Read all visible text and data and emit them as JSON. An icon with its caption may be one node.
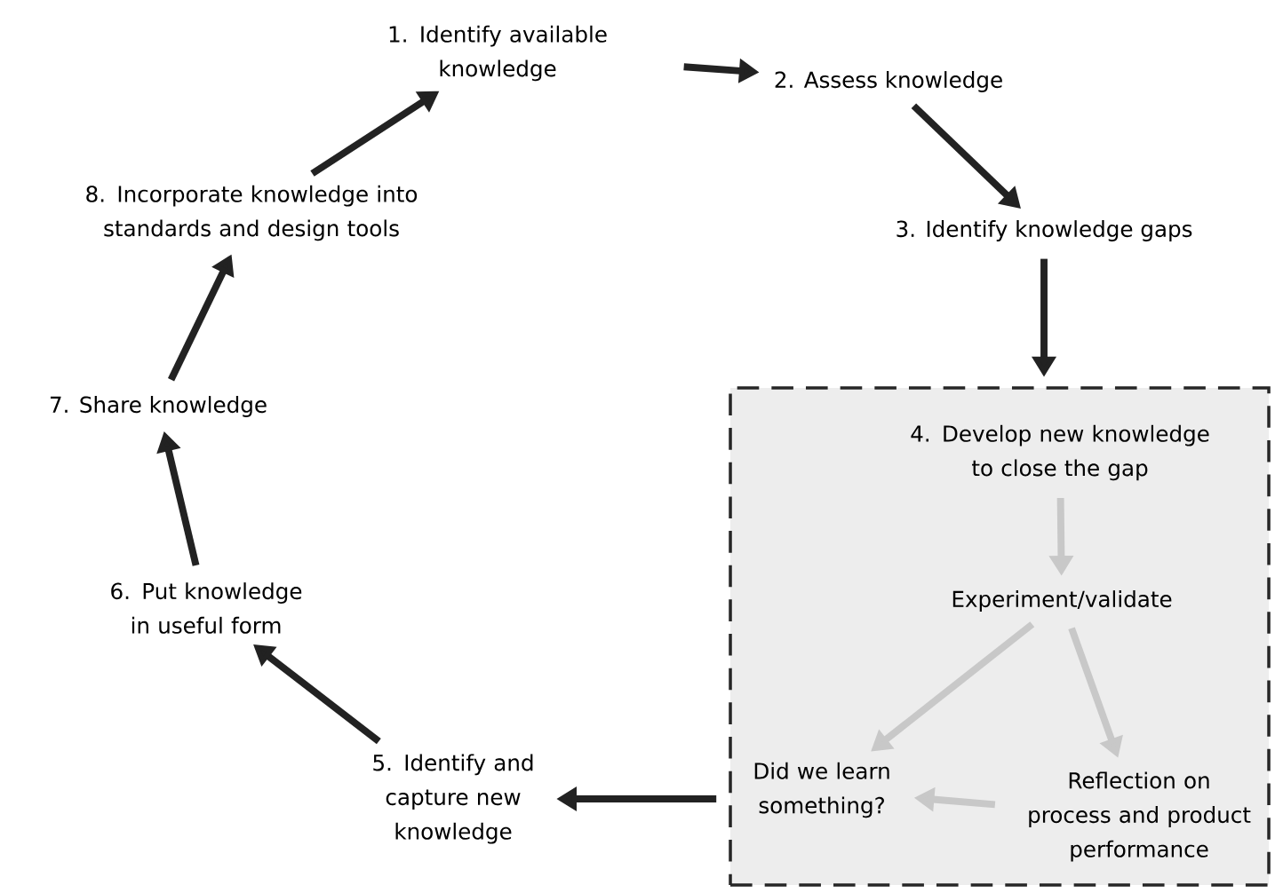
{
  "diagram": {
    "nodes": [
      {
        "text": [
          "1. Identify available knowledge"
        ]
      },
      {
        "text": [
          "2. Assess knowledge"
        ]
      },
      {
        "text": [
          "3. Identify knowledge gaps"
        ]
      },
      {
        "text": [],
        "shape": "box"
      },
      {
        "text": [
          "4. Develop new knowledge to close the gap"
        ],
        "in": 3
      },
      {
        "text": [
          "Experiment/validate"
        ],
        "in": 3
      },
      {
        "text": [
          "Did we learn something?"
        ],
        "in": 3
      },
      {
        "text": [
          "Reflection on process and product performance"
        ],
        "in": 3
      },
      {
        "text": [
          "5. Identify and capture new knowledge"
        ]
      },
      {
        "text": [
          "6. Put knowledge in useful form"
        ]
      },
      {
        "text": [
          "7. Share knowledge"
        ]
      },
      {
        "text": [
          "8. Incorporate knowledge into standards and design tools"
        ]
      }
    ],
    "edges": [
      {
        "from": 0,
        "to": 1,
        "arrow": "to"
      },
      {
        "from": 1,
        "to": 2,
        "arrow": "to"
      },
      {
        "from": 2,
        "to": 3,
        "arrow": "to"
      },
      {
        "from": 4,
        "to": 5,
        "arrow": "to",
        "color": "#c8c8c8"
      },
      {
        "from": 5,
        "to": 6,
        "arrow": "to",
        "color": "#c8c8c8"
      },
      {
        "from": 5,
        "to": 7,
        "arrow": "to",
        "color": "#c8c8c8"
      },
      {
        "from": 7,
        "to": 6,
        "arrow": "to",
        "color": "#c8c8c8"
      },
      {
        "from": 3,
        "to": 8,
        "arrow": "to"
      },
      {
        "from": 8,
        "to": 9,
        "arrow": "to"
      },
      {
        "from": 9,
        "to": 10,
        "arrow": "to"
      },
      {
        "from": 10,
        "to": 11,
        "arrow": "to"
      },
      {
        "from": 11,
        "to": 0,
        "arrow": "to"
      }
    ]
  }
}
